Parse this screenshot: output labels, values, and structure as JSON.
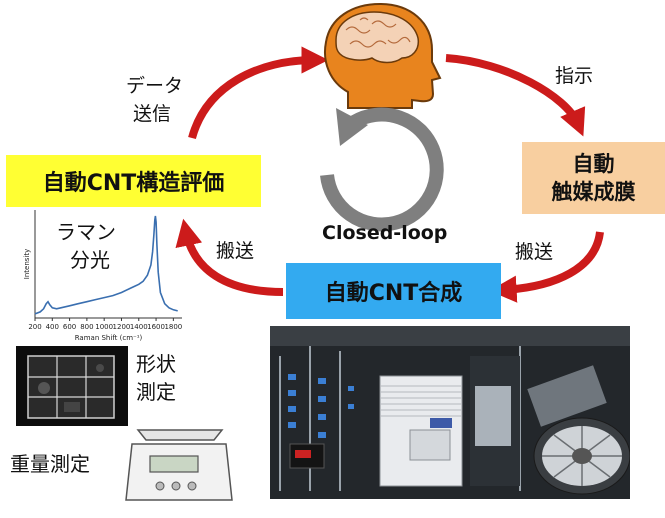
{
  "labels": {
    "data_send_line1": "データ",
    "data_send_line2": "送信",
    "instruct": "指示",
    "transport_right": "搬送",
    "transport_left": "搬送",
    "closed_loop": "Closed-loop",
    "raman_line1": "ラマン",
    "raman_line2": "分光",
    "shape_line1": "形状",
    "shape_line2": "測定",
    "weight": "重量測定"
  },
  "boxes": {
    "evaluation": "自動CNT構造評価",
    "catalyst_line1": "自動",
    "catalyst_line2": "触媒成膜",
    "synthesis": "自動CNT合成"
  },
  "colors": {
    "arrow": "#cc1b1b",
    "evaluation_bg": "#ffff33",
    "catalyst_bg": "#f8cfa0",
    "synthesis_bg": "#33aaf0",
    "head": "#e8841e",
    "brain": "#f4d2b6",
    "loop": "#7f7f7f",
    "spectrum": "#3a6fb0"
  },
  "chart_data": {
    "type": "line",
    "xlabel": "Raman Shift (cm⁻¹)",
    "ylabel": "Intensity",
    "x_ticks": [
      "200",
      "400",
      "600",
      "800",
      "1000",
      "1200",
      "1400",
      "1600",
      "1800"
    ],
    "xlim": [
      200,
      1900
    ],
    "ylim": [
      0,
      1
    ],
    "grid": false,
    "series": [
      {
        "x": [
          200,
          260,
          300,
          330,
          350,
          370,
          400,
          450,
          500,
          600,
          700,
          800,
          900,
          1000,
          1100,
          1200,
          1300,
          1350,
          1400,
          1450,
          1500,
          1540,
          1560,
          1575,
          1585,
          1592,
          1600,
          1610,
          1625,
          1650,
          1700,
          1750,
          1800,
          1850
        ],
        "y": [
          0.04,
          0.06,
          0.09,
          0.14,
          0.16,
          0.13,
          0.1,
          0.09,
          0.1,
          0.12,
          0.14,
          0.16,
          0.18,
          0.2,
          0.22,
          0.25,
          0.29,
          0.31,
          0.33,
          0.36,
          0.42,
          0.52,
          0.65,
          0.82,
          0.96,
          1.0,
          0.94,
          0.72,
          0.45,
          0.25,
          0.14,
          0.1,
          0.08,
          0.07
        ]
      }
    ]
  }
}
